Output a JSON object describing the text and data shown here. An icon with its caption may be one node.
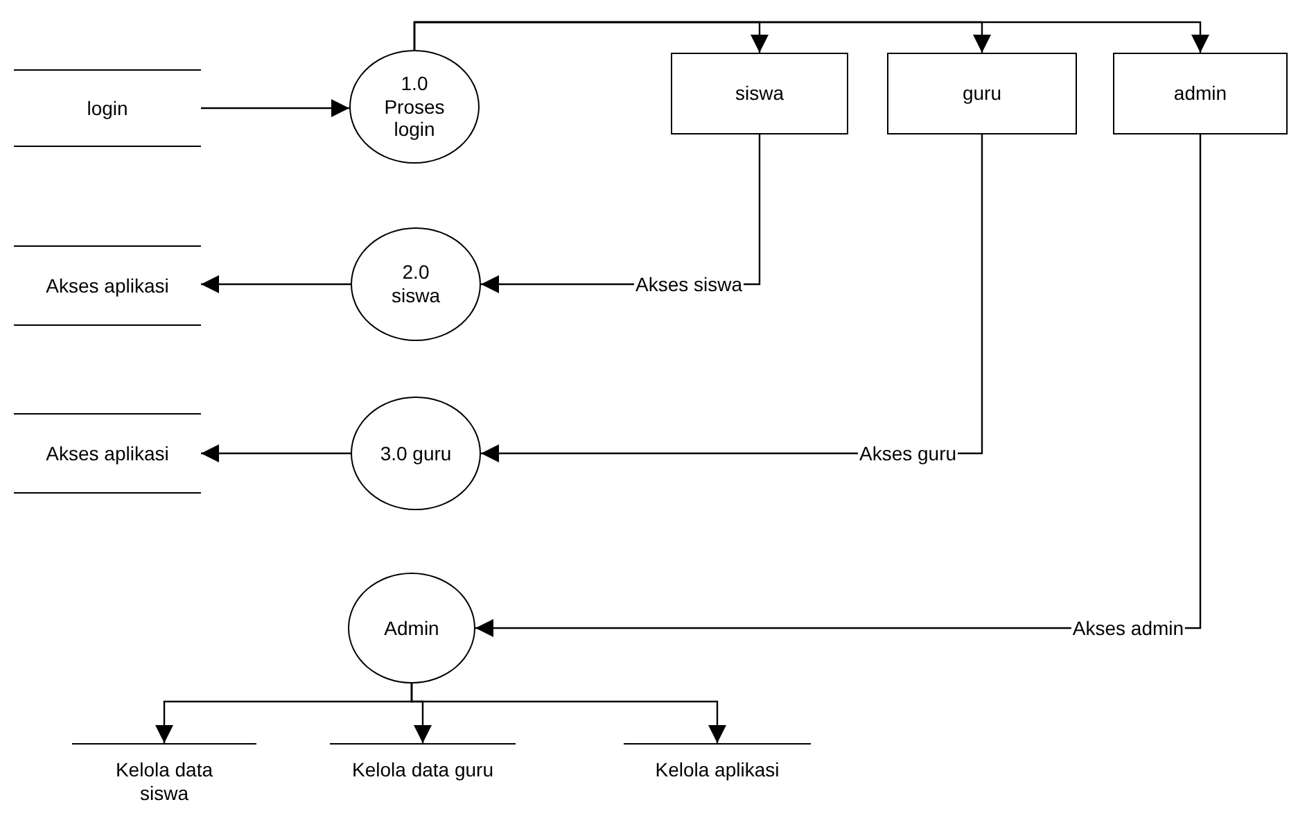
{
  "diagram": {
    "nodes": [
      {
        "text": [
          "login"
        ]
      },
      {
        "text": [
          "1.0 Proses login"
        ]
      },
      {
        "text": [
          "siswa"
        ]
      },
      {
        "text": [
          "guru"
        ]
      },
      {
        "text": [
          "admin"
        ]
      },
      {
        "text": [
          "Akses aplikasi"
        ]
      },
      {
        "text": [
          "2.0 siswa"
        ]
      },
      {
        "text": [
          "Akses aplikasi"
        ]
      },
      {
        "text": [
          "3.0 guru"
        ]
      },
      {
        "text": [
          "Admin"
        ]
      },
      {
        "text": [
          "Kelola data siswa"
        ]
      },
      {
        "text": [
          "Kelola data guru"
        ]
      },
      {
        "text": [
          "Kelola aplikasi"
        ]
      }
    ],
    "edges": [
      {
        "from": 0,
        "to": 1,
        "arrow": "to"
      },
      {
        "from": 1,
        "to": 2,
        "arrow": "to"
      },
      {
        "from": 1,
        "to": 3,
        "arrow": "to"
      },
      {
        "from": 1,
        "to": 4,
        "arrow": "to"
      },
      {
        "from": 2,
        "to": 6,
        "arrow": "to",
        "label": "Akses siswa"
      },
      {
        "from": 6,
        "to": 5,
        "arrow": "to"
      },
      {
        "from": 3,
        "to": 8,
        "arrow": "to",
        "label": "Akses guru"
      },
      {
        "from": 8,
        "to": 7,
        "arrow": "to"
      },
      {
        "from": 4,
        "to": 9,
        "arrow": "to",
        "label": "Akses admin"
      },
      {
        "from": 9,
        "to": 10,
        "arrow": "to"
      },
      {
        "from": 9,
        "to": 11,
        "arrow": "to"
      },
      {
        "from": 9,
        "to": 12,
        "arrow": "to"
      }
    ]
  }
}
